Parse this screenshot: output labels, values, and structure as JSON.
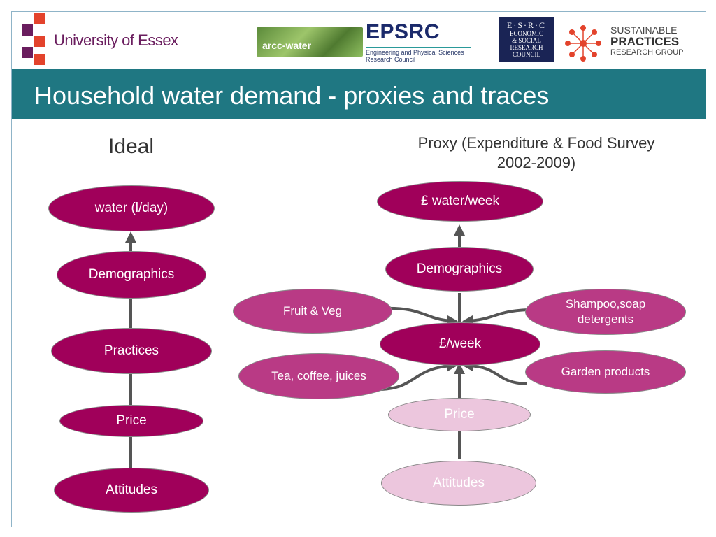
{
  "header": {
    "university": "University of Essex",
    "arcc_label": "arcc-water",
    "epsrc_title": "EPSRC",
    "epsrc_subtitle": "Engineering and Physical Sciences Research Council",
    "esrc_line1": "E·S·R·C",
    "esrc_line2": "ECONOMIC",
    "esrc_line3": "& SOCIAL",
    "esrc_line4": "RESEARCH",
    "esrc_line5": "COUNCIL",
    "spr_line1": "SUSTAINABLE",
    "spr_line2": "PRACTICES",
    "spr_line3": "RESEARCH GROUP"
  },
  "title": "Household water demand - proxies and traces",
  "ideal": {
    "heading": "Ideal",
    "nodes": [
      "water (l/day)",
      "Demographics",
      "Practices",
      "Price",
      "Attitudes"
    ]
  },
  "proxy": {
    "heading": "Proxy (Expenditure & Food Survey 2002-2009)",
    "water_week": "£ water/week",
    "demographics": "Demographics",
    "per_week": "£/week",
    "fruit_veg": "Fruit & Veg",
    "tea_coffee": "Tea, coffee, juices",
    "shampoo": "Shampoo,soap detergents",
    "garden": "Garden products",
    "price": "Price",
    "attitudes": "Attitudes"
  },
  "colors": {
    "teal": "#1f7782",
    "node_dark": "#a0005a",
    "node_mid": "#b93a85",
    "node_light": "#ecc6dd",
    "arrow": "#555555"
  }
}
